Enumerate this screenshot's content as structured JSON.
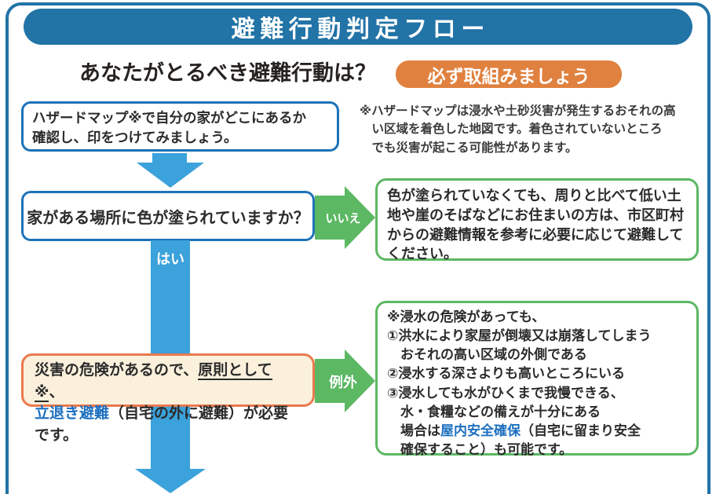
{
  "colors": {
    "frame_blue": "#2273A6",
    "arrow_blue": "#3BA2DB",
    "box_border_blue": "#1C72B8",
    "green": "#5CB863",
    "badge_orange": "#E0813F",
    "principle_border_orange": "#E9794E",
    "principle_bg": "#FAF0DC",
    "emphasis_blue": "#1C6FBF"
  },
  "header": {
    "title": "避難行動判定フロー"
  },
  "subtitle": {
    "question": "あなたがとるべき避難行動は？",
    "badge": "必ず取組みましょう"
  },
  "flow": {
    "step1_text": "ハザードマップ※で自分の家がどこにあるか\n確認し、印をつけてみましょう。",
    "hazard_note": "※ハザードマップは浸水や土砂災害が発生するおそれの高\n　い区域を着色した地図です。着色されていないところ\n　でも災害が起こる可能性があります。",
    "step2_question": "家がある場所に色が塗られていますか？",
    "yes_label": "はい",
    "no_label": "いいえ",
    "no_result_text": "色が塗られていなくても、周りと比べて低い土\n地や崖のそばなどにお住まいの方は、市区町村\nからの避難情報を参考に必要に応じて避難して\nください。",
    "exception_label": "例外",
    "principle_box": {
      "lines": [
        [
          {
            "t": "災害の危険があるので、"
          },
          {
            "t": "原則として※",
            "c": "u"
          },
          {
            "t": "、"
          }
        ],
        [
          {
            "t": "立退き避難",
            "c": "b-blue"
          },
          {
            "t": "（自宅の外に避難）が必要です。"
          }
        ]
      ]
    },
    "exception_box": {
      "lines": [
        [
          {
            "t": "※浸水の危険があっても、"
          }
        ],
        [
          {
            "t": "①洪水により家屋が倒壊又は崩落してしまう"
          }
        ],
        [
          {
            "t": "　おそれの高い区域の外側である"
          }
        ],
        [
          {
            "t": "②浸水する深さよりも高いところにいる"
          }
        ],
        [
          {
            "t": "③浸水しても水がひくまで我慢できる、"
          }
        ],
        [
          {
            "t": "　水・食糧などの備えが十分にある"
          }
        ],
        [
          {
            "t": "　場合は"
          },
          {
            "t": "屋内安全確保",
            "c": "b-blue"
          },
          {
            "t": "（自宅に留まり安全"
          }
        ],
        [
          {
            "t": "　確保すること）も可能です。"
          }
        ]
      ]
    }
  }
}
